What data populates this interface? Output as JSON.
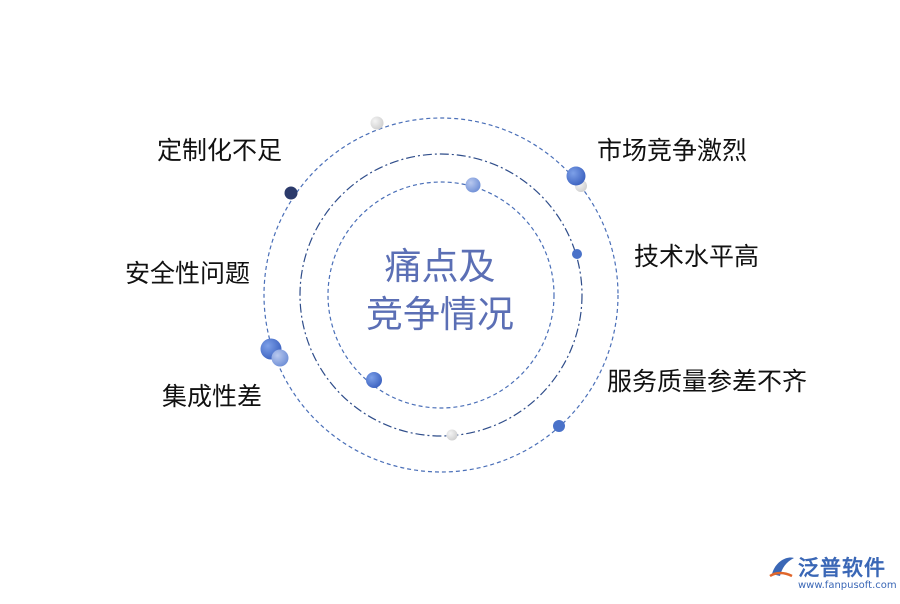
{
  "center_title_line1": "痛点及",
  "center_title_line2": "竞争情况",
  "left_items": [
    "定制化不足",
    "安全性问题",
    "集成性差"
  ],
  "right_items": [
    "市场竞争激烈",
    "技术水平高",
    "服务质量参差不齐"
  ],
  "logo": {
    "name": "泛普软件",
    "url": "www.fanpusoft.com"
  },
  "colors": {
    "ring": "#4a6fb8",
    "dot_blue": "#4a72c9",
    "dot_navy": "#2b3a6b",
    "dot_grey": "#dcdcdc",
    "title": "#5b6fb5",
    "brand": "#3a67b6"
  }
}
